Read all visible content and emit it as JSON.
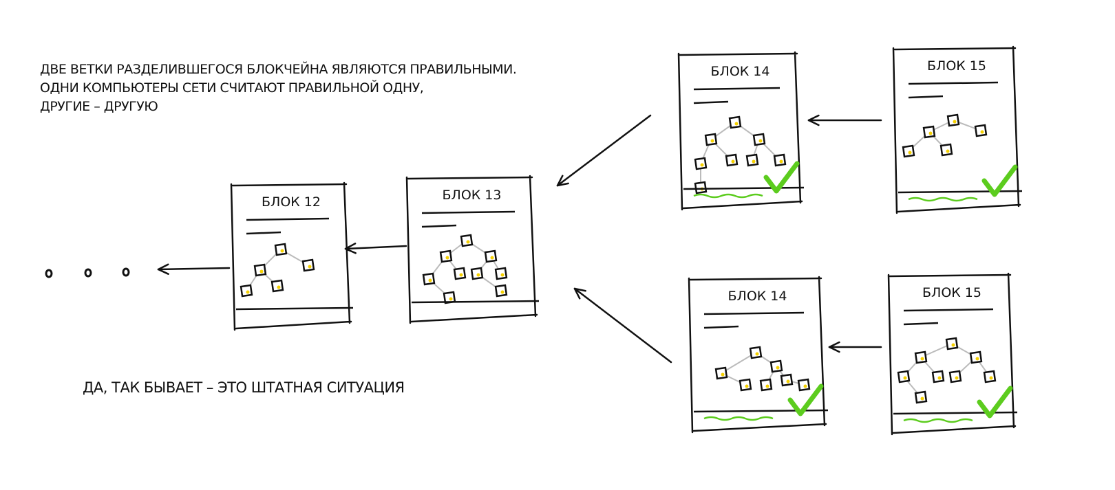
{
  "caption": {
    "lines": [
      "ДВЕ ВЕТКИ РАЗДЕЛИВШЕГОСЯ БЛОКЧЕЙНА ЯВЛЯЮТСЯ ПРАВИЛЬНЫМИ.",
      "ОДНИ КОМПЬЮТЕРЫ СЕТИ СЧИТАЮТ ПРАВИЛЬНОЙ ОДНУ,",
      "ДРУГИЕ – ДРУГУЮ"
    ]
  },
  "note": "ДА, ТАК БЫВАЕТ – ЭТО ШТАТНАЯ СИТУАЦИЯ",
  "blocks": {
    "b12": {
      "title": "БЛОК 12",
      "confirmed": false
    },
    "b13": {
      "title": "БЛОК 13",
      "confirmed": false
    },
    "b14_top": {
      "title": "БЛОК 14",
      "confirmed": true
    },
    "b15_top": {
      "title": "БЛОК 15",
      "confirmed": true
    },
    "b14_bottom": {
      "title": "БЛОК 14",
      "confirmed": true
    },
    "b15_bottom": {
      "title": "БЛОК 15",
      "confirmed": true
    }
  },
  "colors": {
    "ink": "#111111",
    "check": "#5ccc1e",
    "node": "#f5d000",
    "edge": "#bbbbbb"
  }
}
